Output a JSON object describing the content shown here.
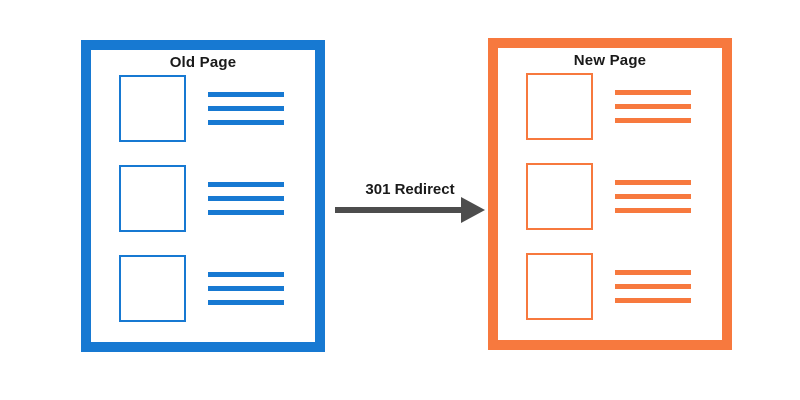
{
  "old_page": {
    "title": "Old Page",
    "color": "#1779d2",
    "row_count": 3,
    "lines_per_row": 3
  },
  "new_page": {
    "title": "New Page",
    "color": "#f7793e",
    "row_count": 3,
    "lines_per_row": 3
  },
  "arrow": {
    "label": "301 Redirect",
    "color": "#4d4d4d"
  },
  "colors": {
    "background": "#ffffff",
    "title_text": "#1a1a1a"
  }
}
